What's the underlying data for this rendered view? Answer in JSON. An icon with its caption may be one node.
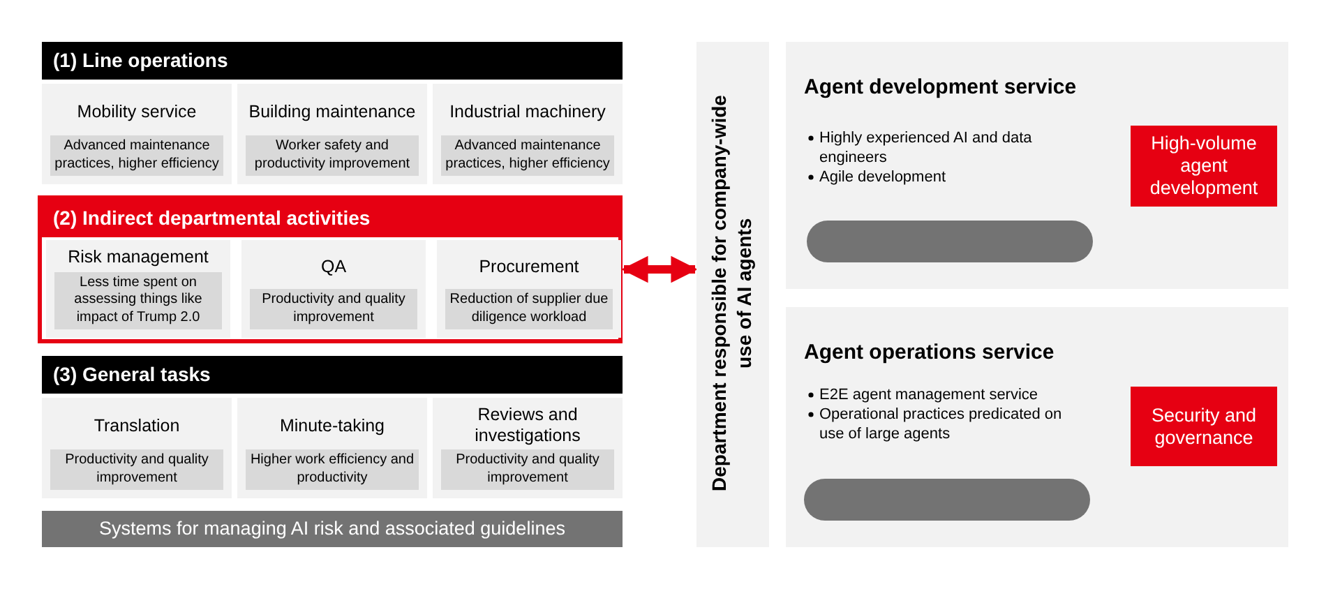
{
  "diagram": {
    "nodes": [
      {
        "text": [
          "(1) Line operations"
        ]
      },
      {
        "text": [
          "Mobility service"
        ],
        "in": 0
      },
      {
        "text": [
          "Advanced maintenance practices, higher efficiency"
        ],
        "in": 1
      },
      {
        "text": [
          "Building maintenance"
        ],
        "in": 0
      },
      {
        "text": [
          "Worker safety and productivity improvement"
        ],
        "in": 3
      },
      {
        "text": [
          "Industrial machinery"
        ],
        "in": 0
      },
      {
        "text": [
          "Advanced maintenance practices, higher efficiency"
        ],
        "in": 5
      },
      {
        "text": [
          "(2) Indirect departmental activities"
        ]
      },
      {
        "text": [
          "Risk management"
        ],
        "in": 7
      },
      {
        "text": [
          "Less time spent on assessing things like impact of  Trump 2.0"
        ],
        "in": 8
      },
      {
        "text": [
          "QA"
        ],
        "in": 7
      },
      {
        "text": [
          "Productivity and quality improvement"
        ],
        "in": 10
      },
      {
        "text": [
          "Procurement"
        ],
        "in": 7
      },
      {
        "text": [
          "Reduction of supplier due diligence workload"
        ],
        "in": 12
      },
      {
        "text": [
          "(3) General tasks"
        ]
      },
      {
        "text": [
          "Translation"
        ],
        "in": 14
      },
      {
        "text": [
          "Productivity and quality improvement"
        ],
        "in": 15
      },
      {
        "text": [
          "Minute-taking"
        ],
        "in": 14
      },
      {
        "text": [
          "Higher work efficiency and productivity"
        ],
        "in": 17
      },
      {
        "text": [
          "Reviews and investigations"
        ],
        "in": 14
      },
      {
        "text": [
          "Productivity and quality improvement"
        ],
        "in": 19
      },
      {
        "text": [
          "Systems for managing AI risk and associated guidelines"
        ]
      },
      {
        "text": [
          "Department responsible for company-wide use of AI agents"
        ]
      },
      {
        "text": [
          "Agent development service",
          "Highly experienced AI and data engineers",
          "Agile development"
        ]
      },
      {
        "text": [
          "High-volume agent development"
        ],
        "in": 23
      },
      {
        "text": [],
        "shape": "box",
        "in": 23
      },
      {
        "text": [
          "Agent operations service",
          "E2E agent management service",
          "Operational practices predicated on use of large agents"
        ]
      },
      {
        "text": [
          "Security and governance"
        ],
        "in": 26
      },
      {
        "text": [],
        "shape": "box",
        "in": 26
      }
    ],
    "edges": [
      {
        "from": 7,
        "to": 22,
        "arrow": "both",
        "color": "#e60012"
      }
    ]
  }
}
